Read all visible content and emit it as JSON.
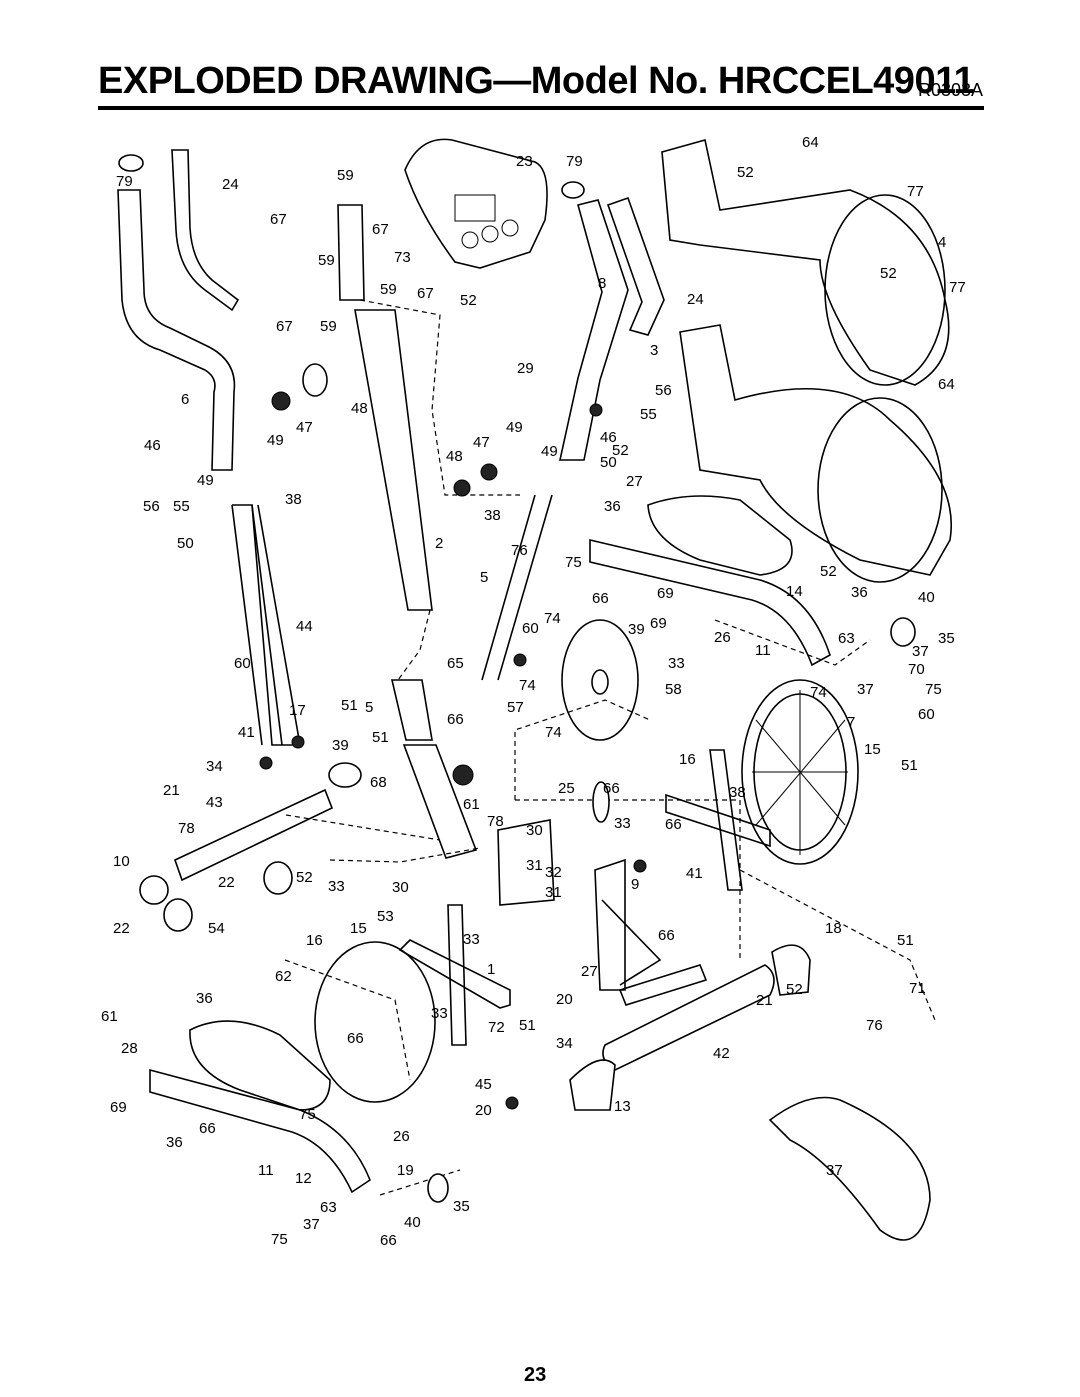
{
  "header": {
    "title": "EXPLODED DRAWING—Model No. HRCCEL49011",
    "code": "R0303A"
  },
  "page_number": "23",
  "callouts": [
    "79",
    "24",
    "59",
    "67",
    "67",
    "59",
    "73",
    "23",
    "79",
    "64",
    "52",
    "77",
    "4",
    "52",
    "77",
    "64",
    "59",
    "67",
    "67",
    "59",
    "52",
    "29",
    "8",
    "24",
    "3",
    "56",
    "55",
    "6",
    "48",
    "49",
    "47",
    "49",
    "46",
    "46",
    "49",
    "48",
    "47",
    "49",
    "50",
    "52",
    "27",
    "36",
    "56",
    "55",
    "38",
    "50",
    "38",
    "76",
    "75",
    "2",
    "44",
    "5",
    "14",
    "52",
    "36",
    "40",
    "69",
    "66",
    "74",
    "60",
    "39",
    "69",
    "26",
    "63",
    "37",
    "35",
    "11",
    "33",
    "37",
    "70",
    "75",
    "60",
    "65",
    "74",
    "58",
    "17",
    "5",
    "57",
    "74",
    "60",
    "51",
    "66",
    "74",
    "41",
    "7",
    "39",
    "51",
    "16",
    "15",
    "51",
    "34",
    "21",
    "68",
    "25",
    "66",
    "43",
    "61",
    "38",
    "33",
    "78",
    "30",
    "66",
    "78",
    "31",
    "32",
    "41",
    "10",
    "22",
    "52",
    "33",
    "30",
    "31",
    "9",
    "21",
    "22",
    "54",
    "53",
    "15",
    "16",
    "33",
    "66",
    "18",
    "51",
    "62",
    "1",
    "27",
    "36",
    "61",
    "33",
    "20",
    "52",
    "71",
    "72",
    "51",
    "66",
    "76",
    "28",
    "34",
    "42",
    "45",
    "20",
    "13",
    "75",
    "69",
    "66",
    "36",
    "26",
    "11",
    "12",
    "19",
    "37",
    "63",
    "35",
    "37",
    "40",
    "75",
    "66"
  ]
}
